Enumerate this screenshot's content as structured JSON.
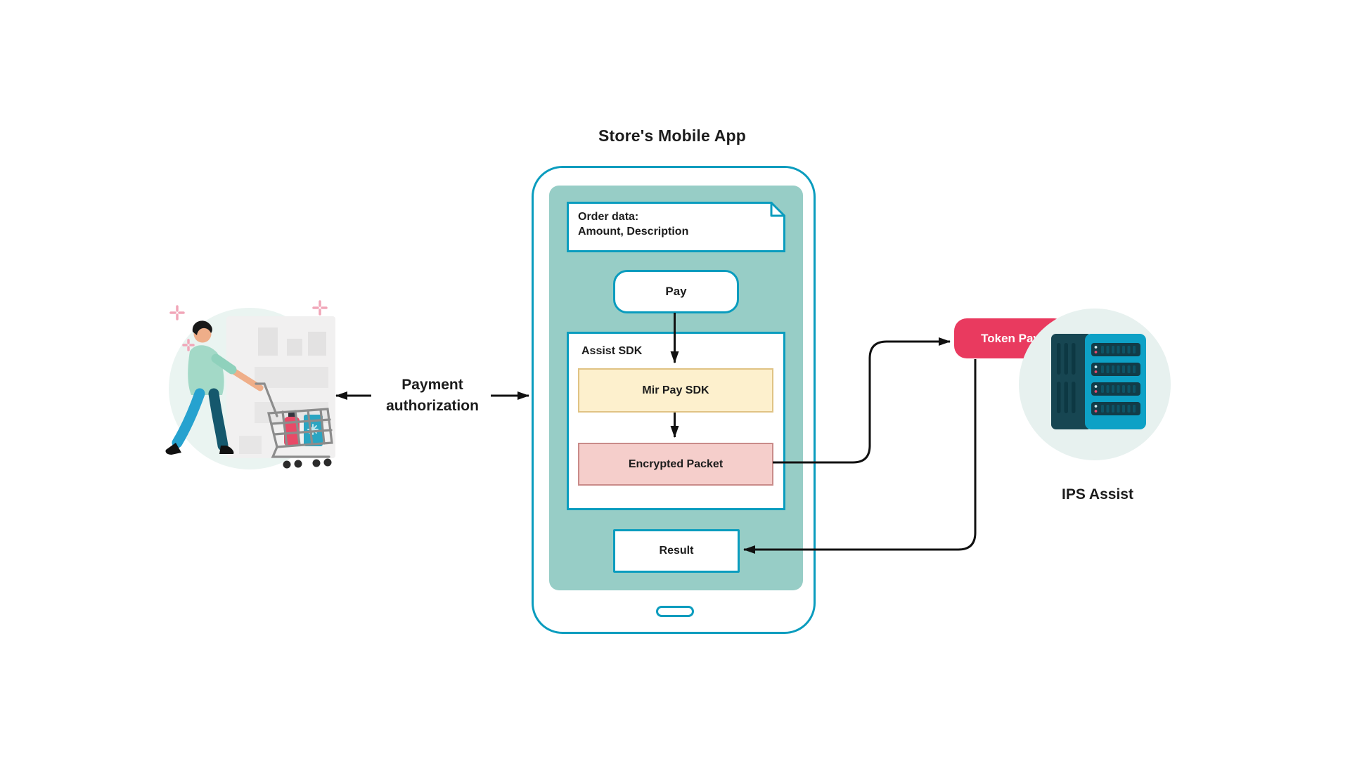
{
  "title": "Store's Mobile App",
  "phone": {
    "order_box": {
      "line1": "Order data:",
      "line2": "Amount, Description"
    },
    "pay_button": "Pay",
    "assist_sdk": {
      "label": "Assist SDK",
      "mir_pay_sdk": "Mir Pay SDK",
      "encrypted_packet": "Encrypted Packet"
    },
    "result_box": "Result"
  },
  "left_side": {
    "payment_label_line1": "Payment",
    "payment_label_line2": "authorization"
  },
  "right_side": {
    "token_pay": "Token Pay",
    "ips_assist": "IPS Assist"
  },
  "icons": [
    "document-dogear-icon",
    "home-indicator",
    "shopper-cart-illustration",
    "sparkle-icon",
    "server-rack-illustration",
    "arrow-icons"
  ],
  "colors": {
    "accent_cyan_border": "#0a9cbe",
    "screen_teal": "#97cdc6",
    "yellow_fill": "#fdf0cd",
    "yellow_border": "#e0c384",
    "pink_fill": "#f5cecb",
    "pink_border": "#c98b89",
    "brand_pink": "#e93a5f",
    "mint_circle": "#eaf4f1",
    "arrow_black": "#111111",
    "text_dark": "#1c1c1c"
  }
}
